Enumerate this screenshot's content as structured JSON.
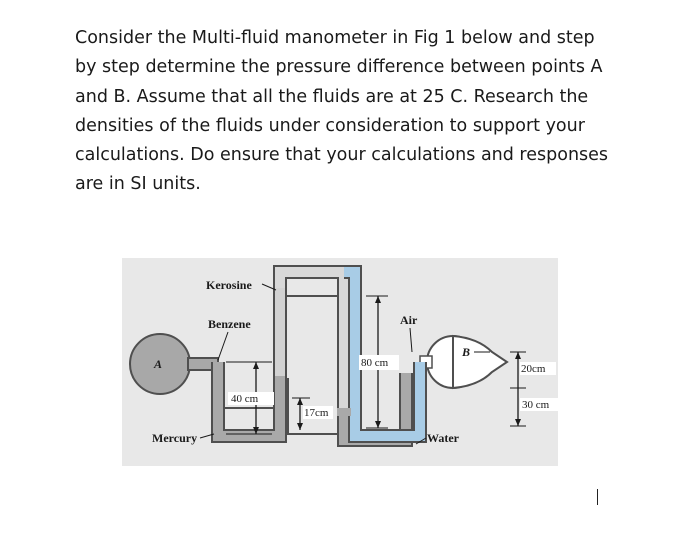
{
  "question": {
    "lines": [
      "Consider the Multi-fluid manometer in Fig 1 below and step",
      "by step determine the pressure difference between points A",
      "and B. Assume that all the fluids are at 25 C. Research the",
      "densities of the fluids under consideration to support your",
      "calculations. Do ensure that your calculations and responses",
      "are in SI units."
    ]
  },
  "figure": {
    "labels": {
      "kerosine": "Kerosine",
      "benzene": "Benzene",
      "air": "Air",
      "point_a": "A",
      "point_b": "B",
      "mercury": "Mercury",
      "water": "Water"
    },
    "dimensions": {
      "d40": "40 cm",
      "d17": "17cm",
      "d80": "80 cm",
      "d20": "20cm",
      "d30": "30 cm"
    },
    "colors": {
      "background": "#e8e8e8",
      "mercury": "#a9a9a9",
      "kerosine": "#d8d8d8",
      "water": "#a8cce6",
      "tube_wall": "#4f4f4f"
    }
  }
}
